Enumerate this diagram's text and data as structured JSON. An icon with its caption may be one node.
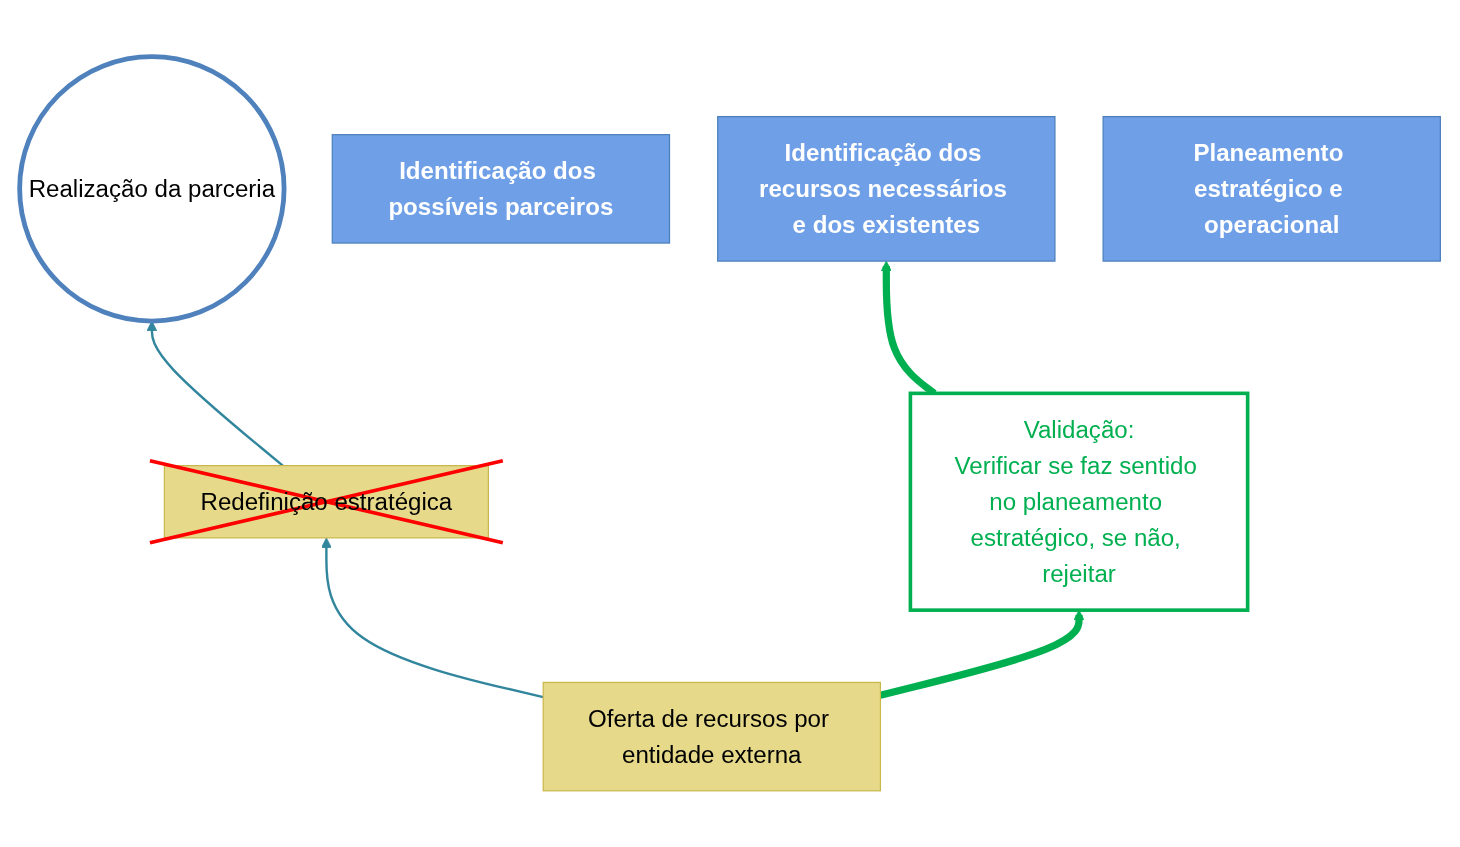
{
  "diagram": {
    "nodes": [
      {
        "text": [
          "Planeamento estratégico e operacional"
        ]
      },
      {
        "text": [
          "Identificação dos recursos necessários e dos existentes"
        ]
      },
      {
        "text": [
          "Identificação dos possíveis parceiros"
        ]
      },
      {
        "text": [
          "Realização da parceria"
        ]
      },
      {
        "text": [
          "Redefinição estratégica"
        ]
      },
      {
        "text": [
          "Oferta de recursos por entidade externa"
        ]
      },
      {
        "text": [
          "Validação:",
          "Verificar se faz sentido no planeamento estratégico, se não, rejeitar"
        ]
      }
    ],
    "edges": [
      {
        "from": 5,
        "to": 4,
        "arrow": "to",
        "color": "#31859c"
      },
      {
        "from": 4,
        "to": 3,
        "arrow": "to",
        "color": "#31859c"
      },
      {
        "from": 5,
        "to": 6,
        "arrow": "to",
        "style": "thick",
        "color": "#00b050"
      },
      {
        "from": 6,
        "to": 1,
        "arrow": "to",
        "style": "thick",
        "color": "#00b050"
      }
    ]
  }
}
